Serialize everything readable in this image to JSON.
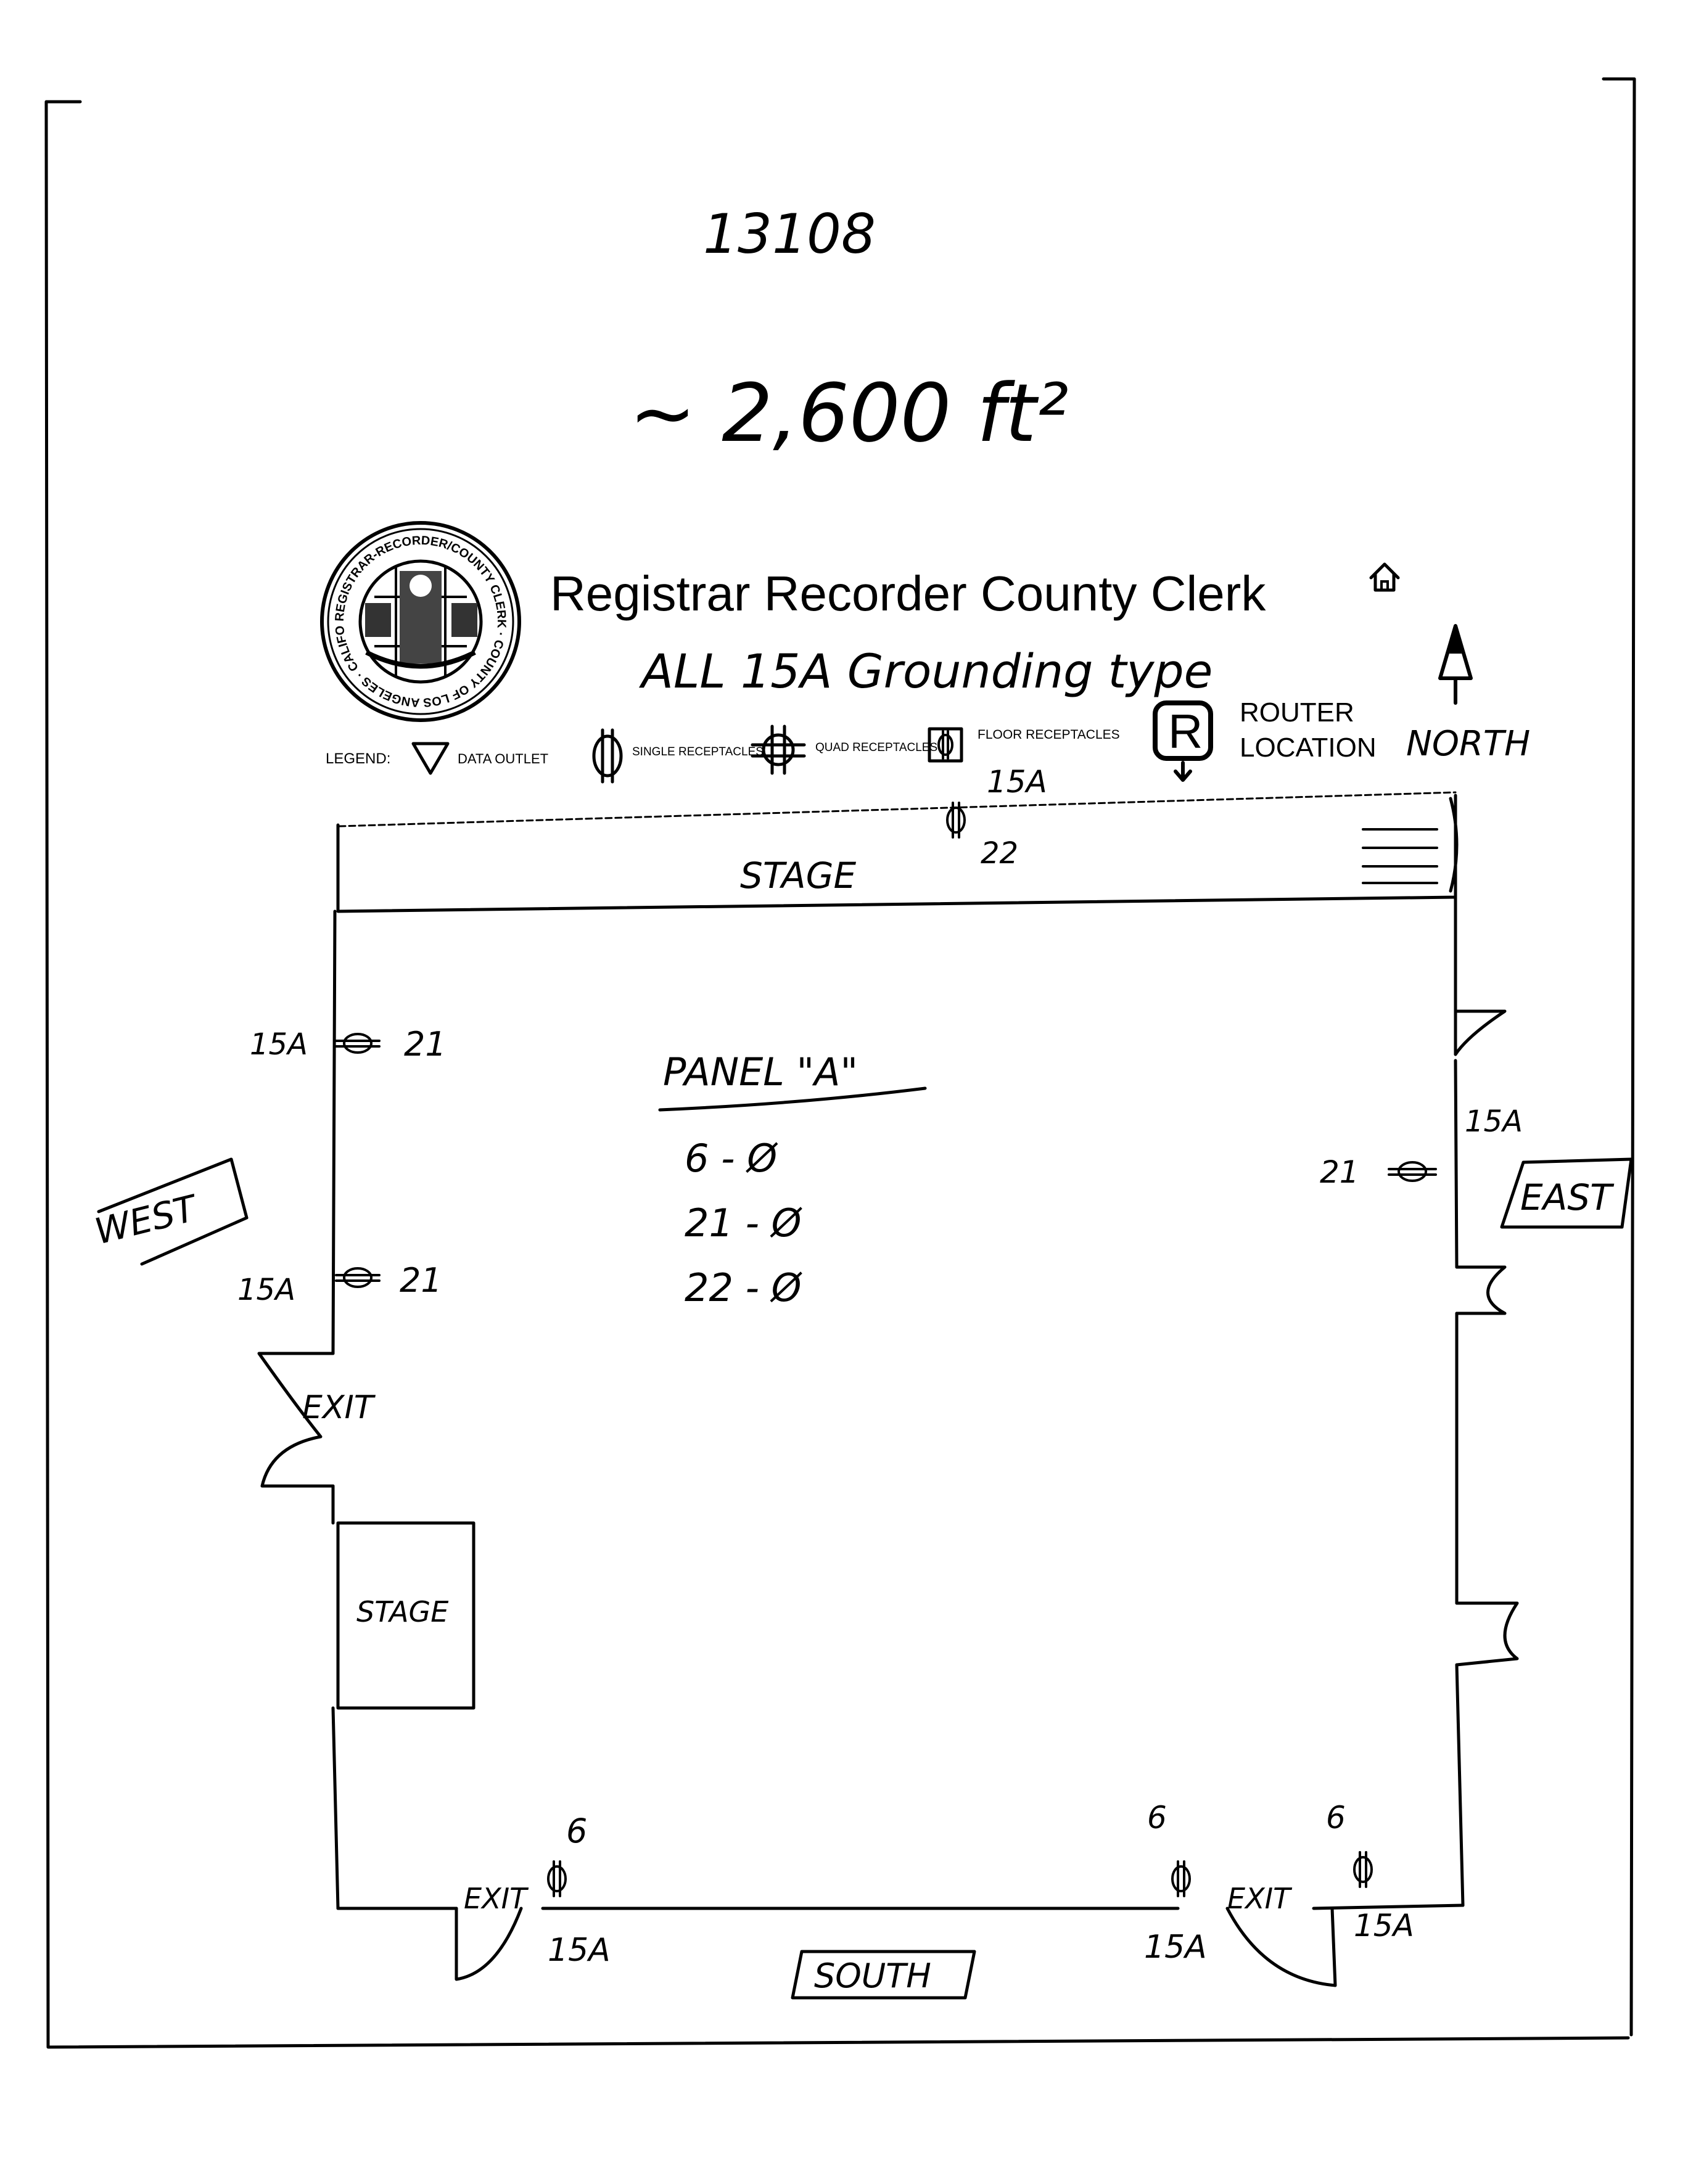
{
  "header": {
    "doc_number": "13108",
    "area": "~ 2,600 ft²",
    "org_title": "Registrar Recorder County Clerk",
    "seal_text": "REGISTRAR-RECORDER/COUNTY CLERK · COUNTY OF LOS ANGELES · CALIFORNIA",
    "subtitle": "ALL 15A Grounding type",
    "north_label": "NORTH",
    "home_icon": "home-icon"
  },
  "legend": {
    "label": "LEGEND:",
    "items": [
      {
        "icon": "data-outlet-icon",
        "text": "DATA OUTLET"
      },
      {
        "icon": "single-receptacle-icon",
        "text": "SINGLE RECEPTACLES"
      },
      {
        "icon": "quad-receptacle-icon",
        "text": "QUAD RECEPTACLES"
      },
      {
        "icon": "floor-receptacle-icon",
        "text": "FLOOR RECEPTACLES"
      }
    ],
    "router_letter": "R",
    "router_line1": "ROUTER",
    "router_line2": "LOCATION"
  },
  "floor_plan": {
    "stage_top": "STAGE",
    "stage_left": "STAGE",
    "west": "WEST",
    "east": "EAST",
    "south": "SOUTH",
    "exit_west": "EXIT",
    "exit_south_left": "EXIT",
    "exit_south_right": "EXIT",
    "outlets": {
      "top_amp": "15A",
      "top_circuit": "22",
      "west1_amp": "15A",
      "west1_circuit": "21",
      "west2_amp": "15A",
      "west2_circuit": "21",
      "east_amp": "15A",
      "east_circuit": "21",
      "south1_amp": "15A",
      "south1_circuit": "6",
      "south2_amp": "15A",
      "south2_circuit": "6",
      "south3_amp": "15A",
      "south3_circuit": "6"
    },
    "panel": {
      "title": "PANEL \"A\"",
      "rows": [
        "6 - Ø",
        "21 - Ø",
        "22 - Ø"
      ]
    }
  }
}
